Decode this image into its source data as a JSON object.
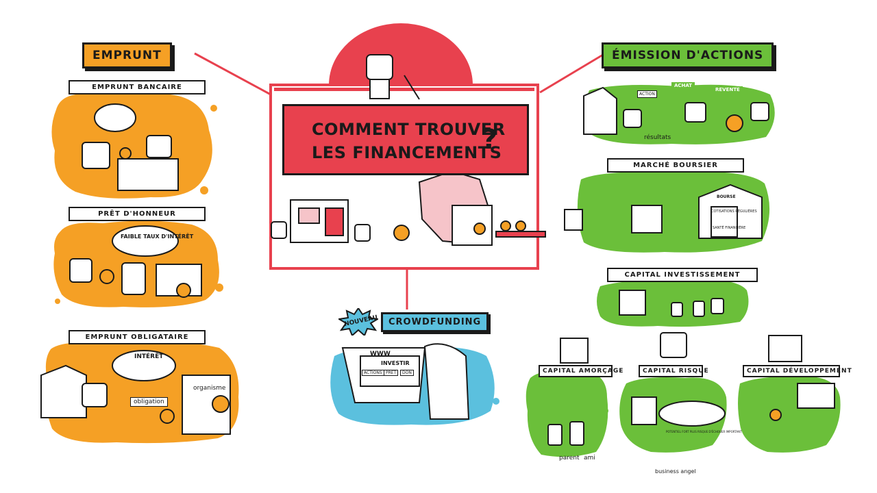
{
  "title": {
    "line1": "COMMENT TROUVER",
    "line2": "LES FINANCEMENTS",
    "qmark": "?"
  },
  "emprunt": {
    "label": "EMPRUNT",
    "bancaire": "EMPRUNT BANCAIRE",
    "honneur": "PRÊT D'HONNEUR",
    "honneur_note": "FAIBLE TAUX D'INTÉRÊT",
    "obligataire": "EMPRUNT OBLIGATAIRE",
    "interet": "INTÉRÊT",
    "obligation": "obligation",
    "organisme": "organisme"
  },
  "crowdfunding": {
    "badge": "NOUVEAU",
    "label": "CROWDFUNDING",
    "www": "WWW",
    "investir": "INVESTIR",
    "btn_actions": "ACTIONS",
    "btn_pret": "PRÊT",
    "btn_don": "DON"
  },
  "actions": {
    "label": "ÉMISSION D'ACTIONS",
    "achat": "ACHAT",
    "revente": "REVENTE",
    "action_card": "ACTION",
    "resultats": "résultats",
    "marche": "MARCHÉ BOURSIER",
    "bourse": "BOURSE",
    "cotisations": "COTISATIONS RÉGULIÈRES",
    "sante": "SANTÉ FINANCIÈRE",
    "capital_invest": "CAPITAL INVESTISSEMENT",
    "amorcage": "CAPITAL AMORÇAGE",
    "risque": "CAPITAL RISQUE",
    "developpement": "CAPITAL DÉVELOPPEMENT",
    "parent": "parent",
    "ami": "ami",
    "business_angel": "business angel",
    "potentiel": "POTENTIEL FORT PLUS RISQUE D'ÉCHOUER IMPORTANT"
  },
  "colors": {
    "red": "#e8414e",
    "orange": "#f5a025",
    "green": "#6bbf3a",
    "blue": "#5bc0de",
    "ink": "#1a1a1a"
  }
}
